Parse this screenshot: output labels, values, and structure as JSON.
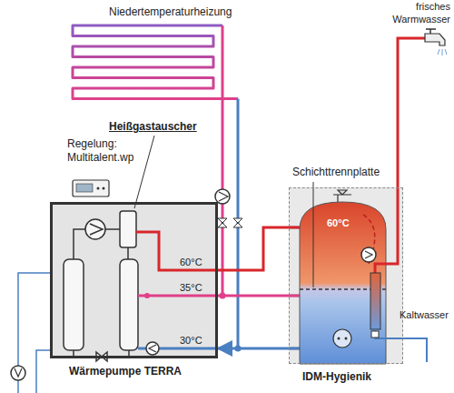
{
  "diagram": {
    "nodes": [
      {
        "text": [
          "Wärmepumpe TERRA"
        ]
      },
      {
        "text": [
          "IDM-Hygienik"
        ]
      }
    ],
    "edges": [
      {
        "from": 0,
        "to": 1,
        "label": "60°C",
        "arrow": "none"
      },
      {
        "from": 0,
        "to": 1,
        "label": "35°C",
        "arrow": "none"
      },
      {
        "from": 1,
        "to": 0,
        "label": "30°C",
        "arrow": "to"
      }
    ],
    "labels": [
      "Niedertemperaturheizung",
      "frisches Warmwasser",
      "Heißgastauscher",
      "Regelung: Multitalent.wp",
      "Schichttrennplatte",
      "60°C",
      "Kaltwasser"
    ]
  }
}
